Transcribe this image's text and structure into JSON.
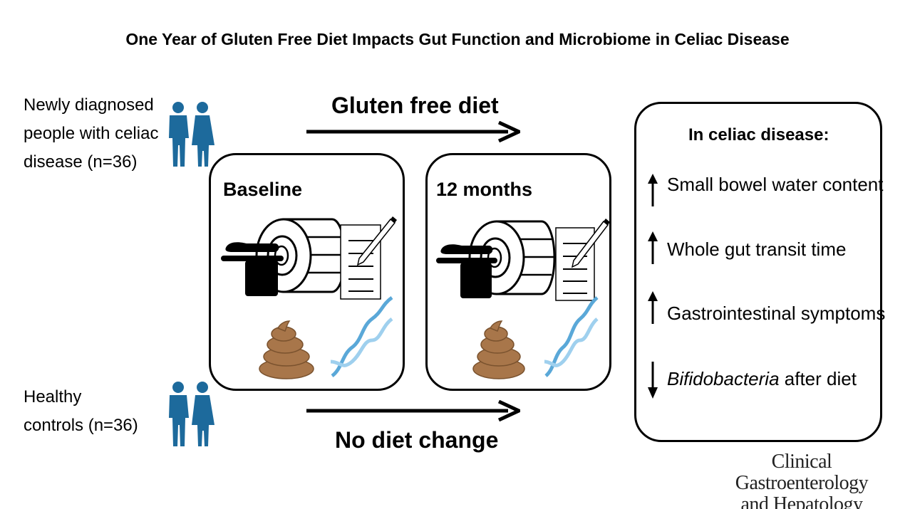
{
  "title": "One Year of Gluten Free Diet Impacts Gut Function and Microbiome in Celiac Disease",
  "groups": {
    "celiac": {
      "lines": [
        "Newly diagnosed",
        "people with celiac",
        "disease (n=36)"
      ]
    },
    "controls": {
      "lines": [
        "Healthy",
        "controls (n=36)"
      ]
    }
  },
  "arrows": {
    "top_label": "Gluten free diet",
    "bottom_label": "No diet change"
  },
  "timepoints": [
    "Baseline",
    "12 months"
  ],
  "findings": {
    "heading": "In celiac disease:",
    "items": [
      {
        "direction": "up",
        "text": "Small bowel water content"
      },
      {
        "direction": "up",
        "text": "Whole gut transit time"
      },
      {
        "direction": "up",
        "text": "Gastrointestinal symptoms"
      },
      {
        "direction": "down",
        "italic": "Bifidobacteria",
        "text": " after diet"
      }
    ]
  },
  "journal": {
    "line1": "Clinical Gastroenterology",
    "line2": "and Hepatology"
  },
  "colors": {
    "people": "#1d6a9c",
    "stool": "#a8764a",
    "dna": "#5aa8d8"
  }
}
